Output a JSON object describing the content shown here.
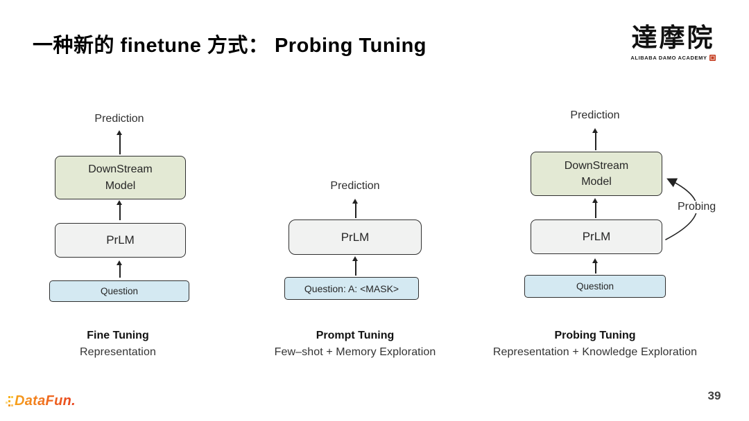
{
  "slide": {
    "title": "一种新的 finetune 方式： Probing Tuning",
    "page_number": "39"
  },
  "logo": {
    "damo_cn": "達摩院",
    "damo_en": "ALIBABA DAMO ACADEMY",
    "datafun": "DataFun."
  },
  "diagrams": {
    "fine_tuning": {
      "prediction": "Prediction",
      "downstream_line1": "DownStream",
      "downstream_line2": "Model",
      "prlm": "PrLM",
      "input": "Question",
      "caption_title": "Fine Tuning",
      "caption_subtitle": "Representation"
    },
    "prompt_tuning": {
      "prediction": "Prediction",
      "prlm": "PrLM",
      "input": "Question: A: <MASK>",
      "caption_title": "Prompt Tuning",
      "caption_subtitle": "Few–shot + Memory Exploration"
    },
    "probing_tuning": {
      "prediction": "Prediction",
      "downstream_line1": "DownStream",
      "downstream_line2": "Model",
      "prlm": "PrLM",
      "input": "Question",
      "probing_label": "Probing",
      "caption_title": "Probing Tuning",
      "caption_subtitle": "Representation + Knowledge Exploration"
    }
  },
  "colors": {
    "downstream_fill": "#e3e9d4",
    "prlm_fill": "#f1f2f1",
    "input_fill": "#d4e9f2",
    "box_border": "#2e2e2e",
    "datafun_orange": "#f6a21c",
    "datafun_red": "#e8431f",
    "seal_red": "#c43a1d"
  },
  "icons": {
    "arrow_up": "↑",
    "probing_arrow": "curved-arrow-up-left"
  }
}
